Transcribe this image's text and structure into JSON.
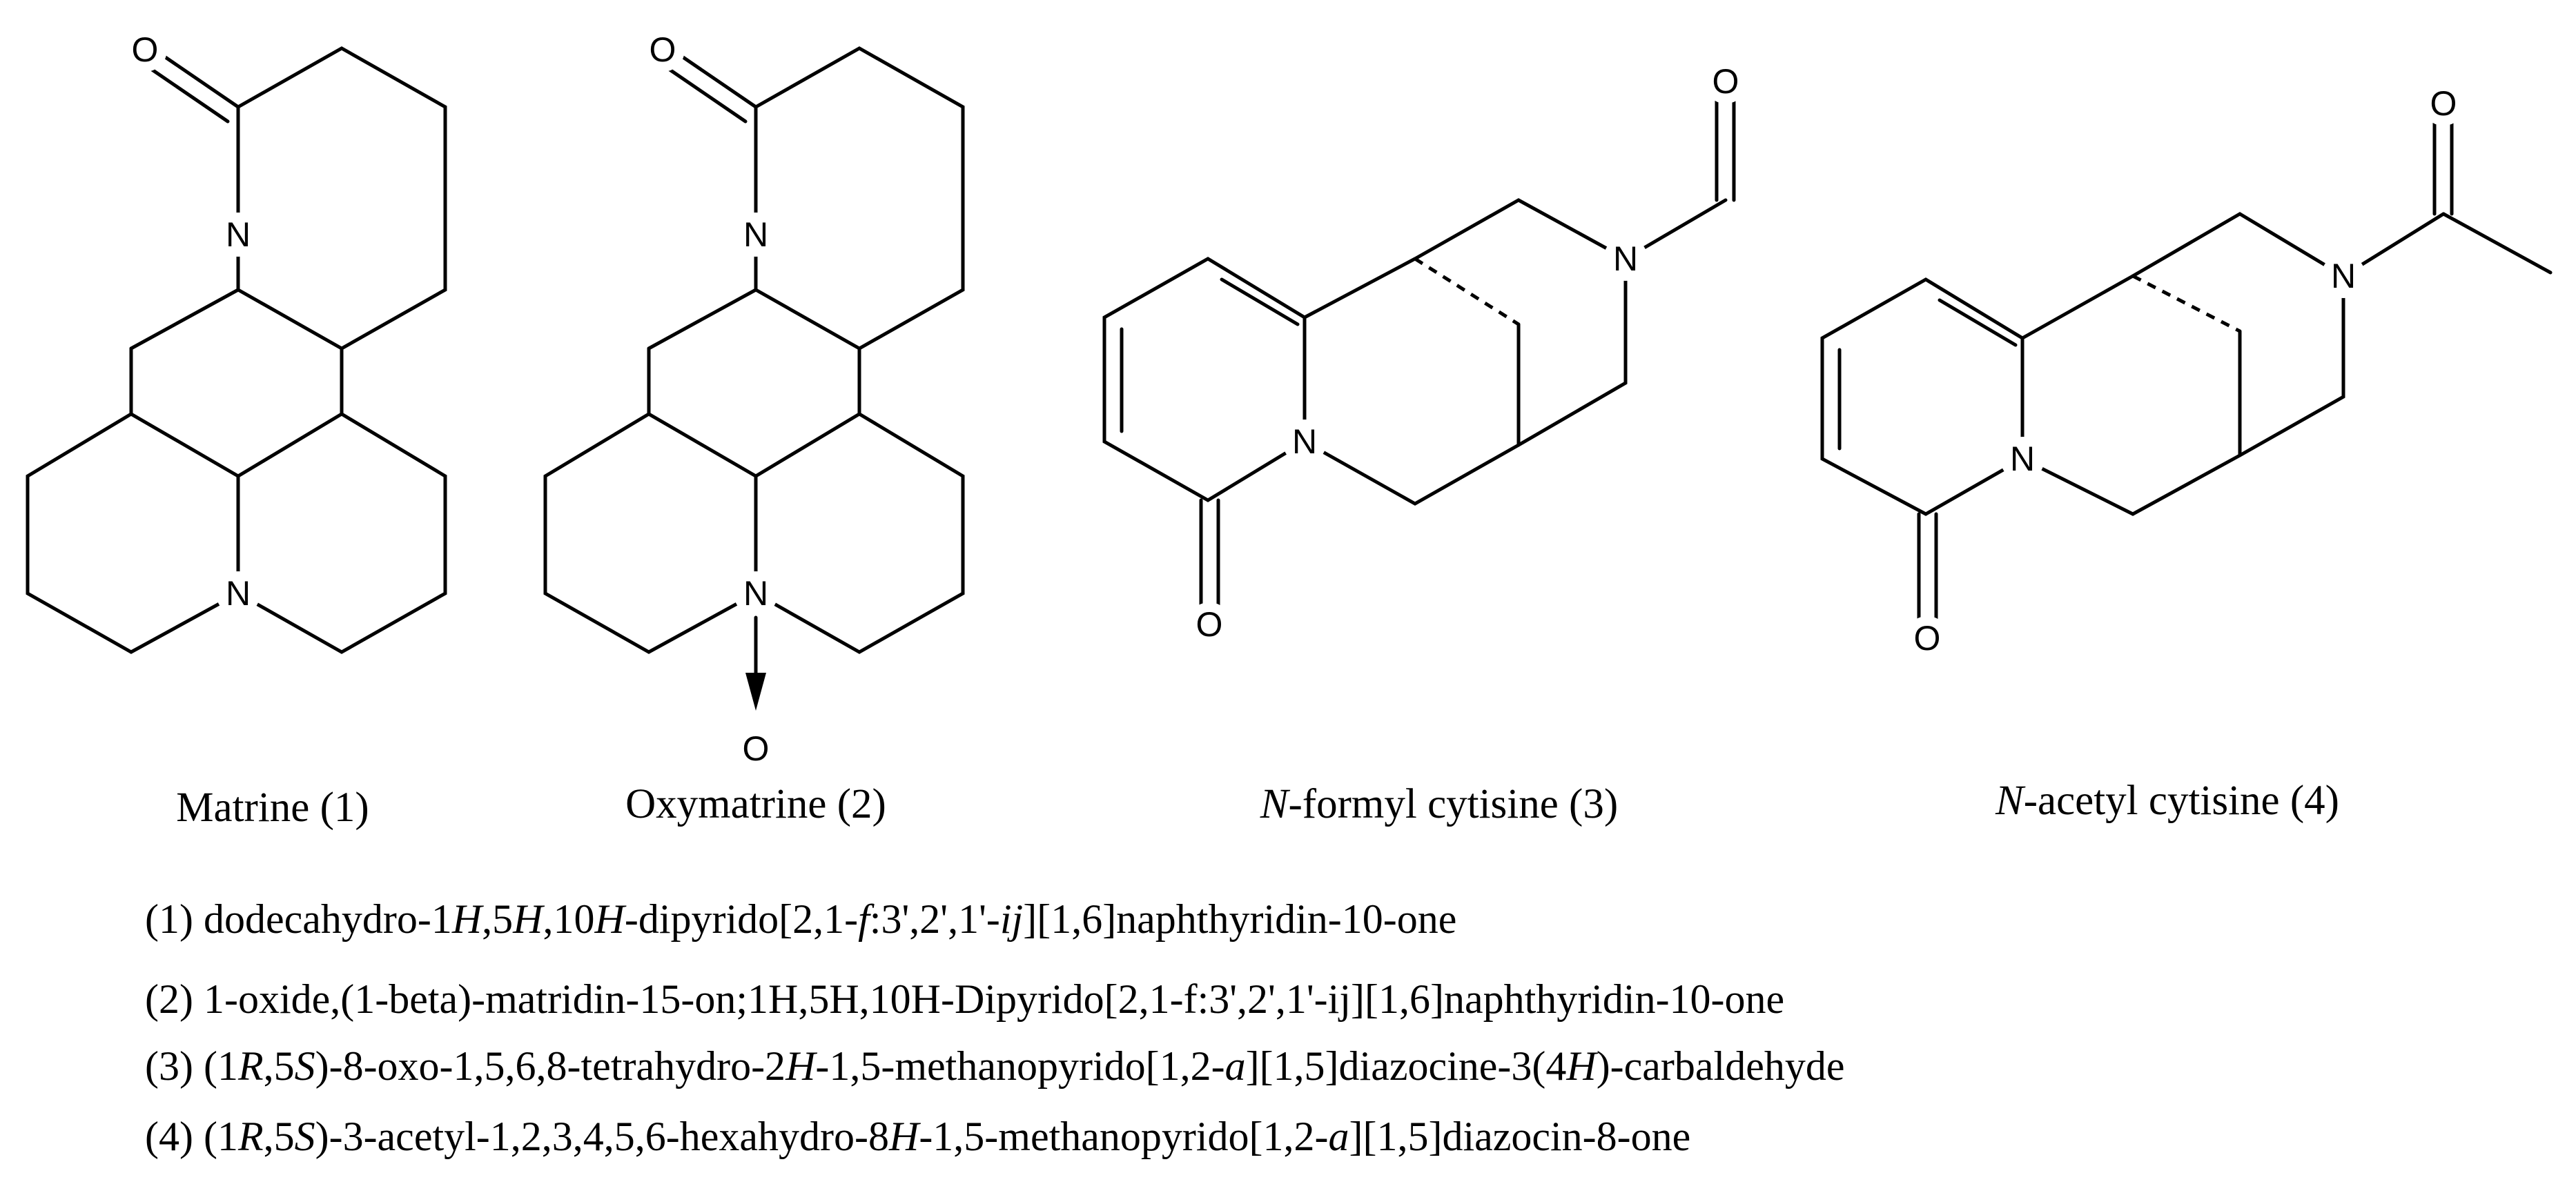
{
  "atoms": {
    "O": "O",
    "N": "N"
  },
  "captions": {
    "c1": {
      "pre": "",
      "italic": "",
      "text": "Matrine (1)"
    },
    "c2": {
      "pre": "",
      "italic": "",
      "text": "Oxymatrine (2)"
    },
    "c3": {
      "pre": "",
      "italic": "N",
      "text": "-formyl cytisine (3)"
    },
    "c4": {
      "pre": "",
      "italic": "N",
      "text": "-acetyl cytisine (4)"
    }
  },
  "iupac": [
    {
      "segments": [
        {
          "t": "(1) dodecahydro-1"
        },
        {
          "t": "H",
          "i": true
        },
        {
          "t": ",5"
        },
        {
          "t": "H",
          "i": true
        },
        {
          "t": ",10"
        },
        {
          "t": "H",
          "i": true
        },
        {
          "t": "-dipyrido[2,1-"
        },
        {
          "t": "f",
          "i": true
        },
        {
          "t": ":3',2',1'-"
        },
        {
          "t": "ij",
          "i": true
        },
        {
          "t": "][1,6]naphthyridin-10-one"
        }
      ]
    },
    {
      "segments": [
        {
          "t": "(2) 1-oxide,(1-beta)-matridin-15-on;1H,5H,10H-Dipyrido[2,1-f:3',2',1'-ij][1,6]naphthyridin-10-one"
        }
      ]
    },
    {
      "segments": [
        {
          "t": "(3) (1"
        },
        {
          "t": "R",
          "i": true
        },
        {
          "t": ",5"
        },
        {
          "t": "S",
          "i": true
        },
        {
          "t": ")-8-oxo-1,5,6,8-tetrahydro-2"
        },
        {
          "t": "H",
          "i": true
        },
        {
          "t": "-1,5-methanopyrido[1,2-"
        },
        {
          "t": "a",
          "i": true
        },
        {
          "t": "][1,5]diazocine-3(4"
        },
        {
          "t": "H",
          "i": true
        },
        {
          "t": ")-carbaldehyde"
        }
      ]
    },
    {
      "segments": [
        {
          "t": "(4) (1"
        },
        {
          "t": "R",
          "i": true
        },
        {
          "t": ",5"
        },
        {
          "t": "S",
          "i": true
        },
        {
          "t": ")-3-acetyl-1,2,3,4,5,6-hexahydro-8"
        },
        {
          "t": "H",
          "i": true
        },
        {
          "t": "-1,5-methanopyrido[1,2-"
        },
        {
          "t": "a",
          "i": true
        },
        {
          "t": "][1,5]diazocin-8-one"
        }
      ]
    }
  ]
}
